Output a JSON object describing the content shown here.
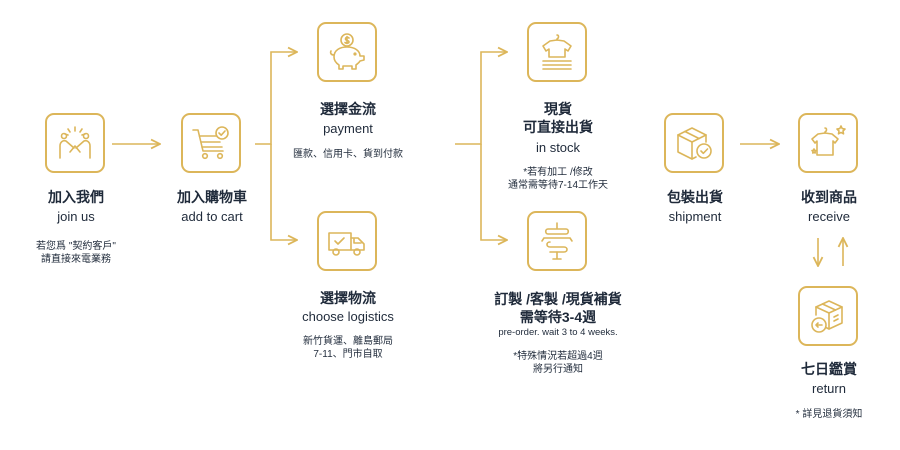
{
  "colors": {
    "accent": "#dcb65a",
    "text": "#1f2a3a"
  },
  "steps": {
    "join": {
      "zh": "加入我們",
      "en": "join us",
      "note1": "若您爲 \"契約客戶\"",
      "note2": "請直接來電業務",
      "icon": "handshake-icon"
    },
    "cart": {
      "zh": "加入購物車",
      "en": "add to cart",
      "icon": "shopping-cart-icon"
    },
    "payment": {
      "zh": "選擇金流",
      "en": "payment",
      "note1": "匯款、信用卡、貨到付款",
      "icon": "piggy-bank-icon"
    },
    "logistics": {
      "zh": "選擇物流",
      "en": "choose logistics",
      "note1": "新竹貨運、離島郵局",
      "note2": "7-11、門市自取",
      "icon": "delivery-truck-icon"
    },
    "instock": {
      "zh1": "現貨",
      "zh2": "可直接出貨",
      "en": "in stock",
      "note1": "*若有加工 /修改",
      "note2": "通常需等待7-14工作天",
      "icon": "shirt-stack-icon"
    },
    "preorder": {
      "zh1": "訂製 /客製 /現貨補貨",
      "zh2": "需等待3-4週",
      "en": "pre-order. wait 3 to 4 weeks.",
      "note1": "*特殊情況若超過4週",
      "note2": "將另行通知",
      "icon": "fabric-roll-icon"
    },
    "shipment": {
      "zh": "包裝出貨",
      "en": "shipment",
      "icon": "package-check-icon"
    },
    "receive": {
      "zh": "收到商品",
      "en": "receive",
      "icon": "shirt-star-icon"
    },
    "return": {
      "zh": "七日鑑賞",
      "en": "return",
      "note1": "* 詳見退貨須知",
      "icon": "return-box-icon"
    }
  }
}
